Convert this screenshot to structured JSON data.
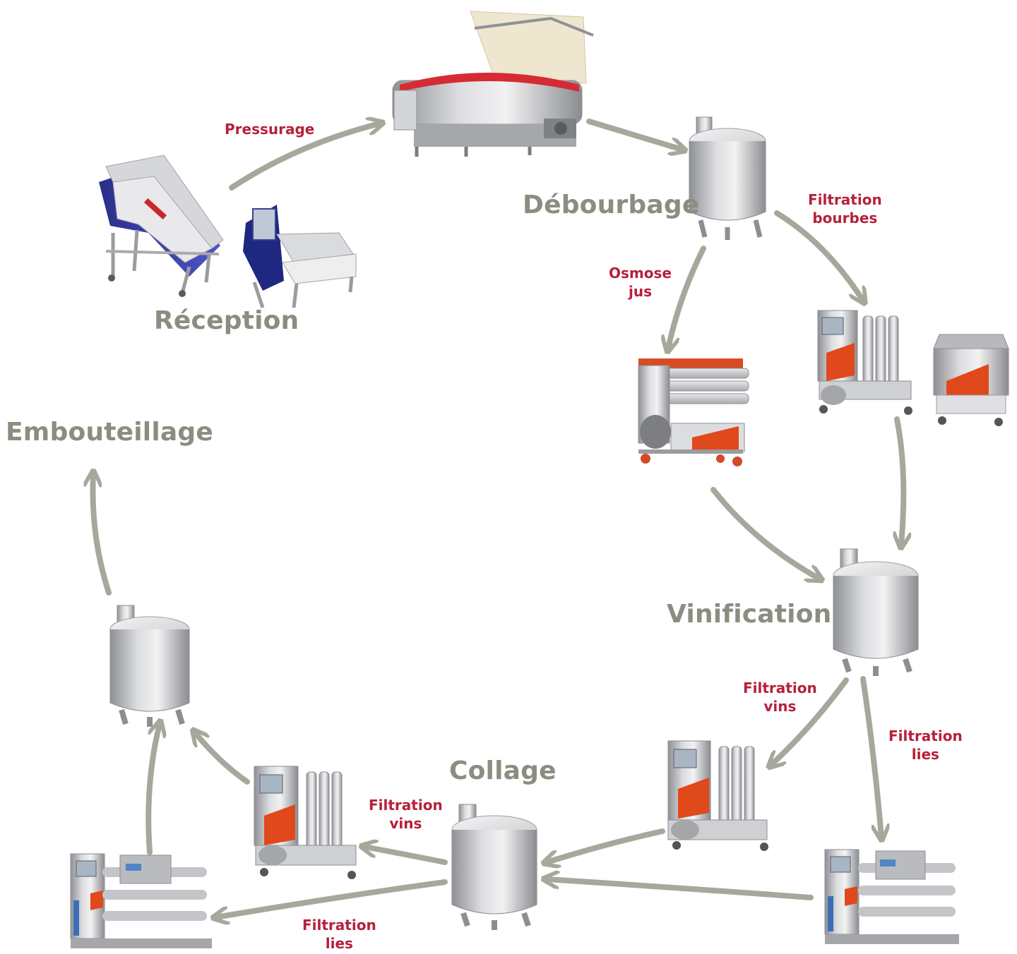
{
  "stages": {
    "reception": "Réception",
    "debourbage": "Débourbage",
    "embouteillage": "Embouteillage",
    "vinification": "Vinification",
    "collage": "Collage"
  },
  "steps": {
    "pressurage": [
      "Pressurage"
    ],
    "filtration_bourbes": [
      "Filtration",
      "bourbes"
    ],
    "osmose_jus": [
      "Osmose",
      "jus"
    ],
    "filtration_vins_right": [
      "Filtration",
      "vins"
    ],
    "filtration_lies_right": [
      "Filtration",
      "lies"
    ],
    "filtration_vins_left": [
      "Filtration",
      "vins"
    ],
    "filtration_lies_bottom": [
      "Filtration",
      "lies"
    ]
  },
  "equipment": [
    "receiving-hopper",
    "sorting-table",
    "pneumatic-press",
    "tank-debourbage",
    "juice-osmosis-unit",
    "bourbes-filter",
    "rotary-drum-filter",
    "tank-vinification",
    "wine-crossflow-filter-right",
    "lees-filter-right",
    "tank-collage",
    "wine-crossflow-filter-left",
    "lees-filter-left",
    "tank-bottling"
  ],
  "colors": {
    "arrow": "#a7a89c",
    "stage_text": "#8c8c80",
    "step_text": "#b5213a",
    "accent": "#e0491b"
  }
}
